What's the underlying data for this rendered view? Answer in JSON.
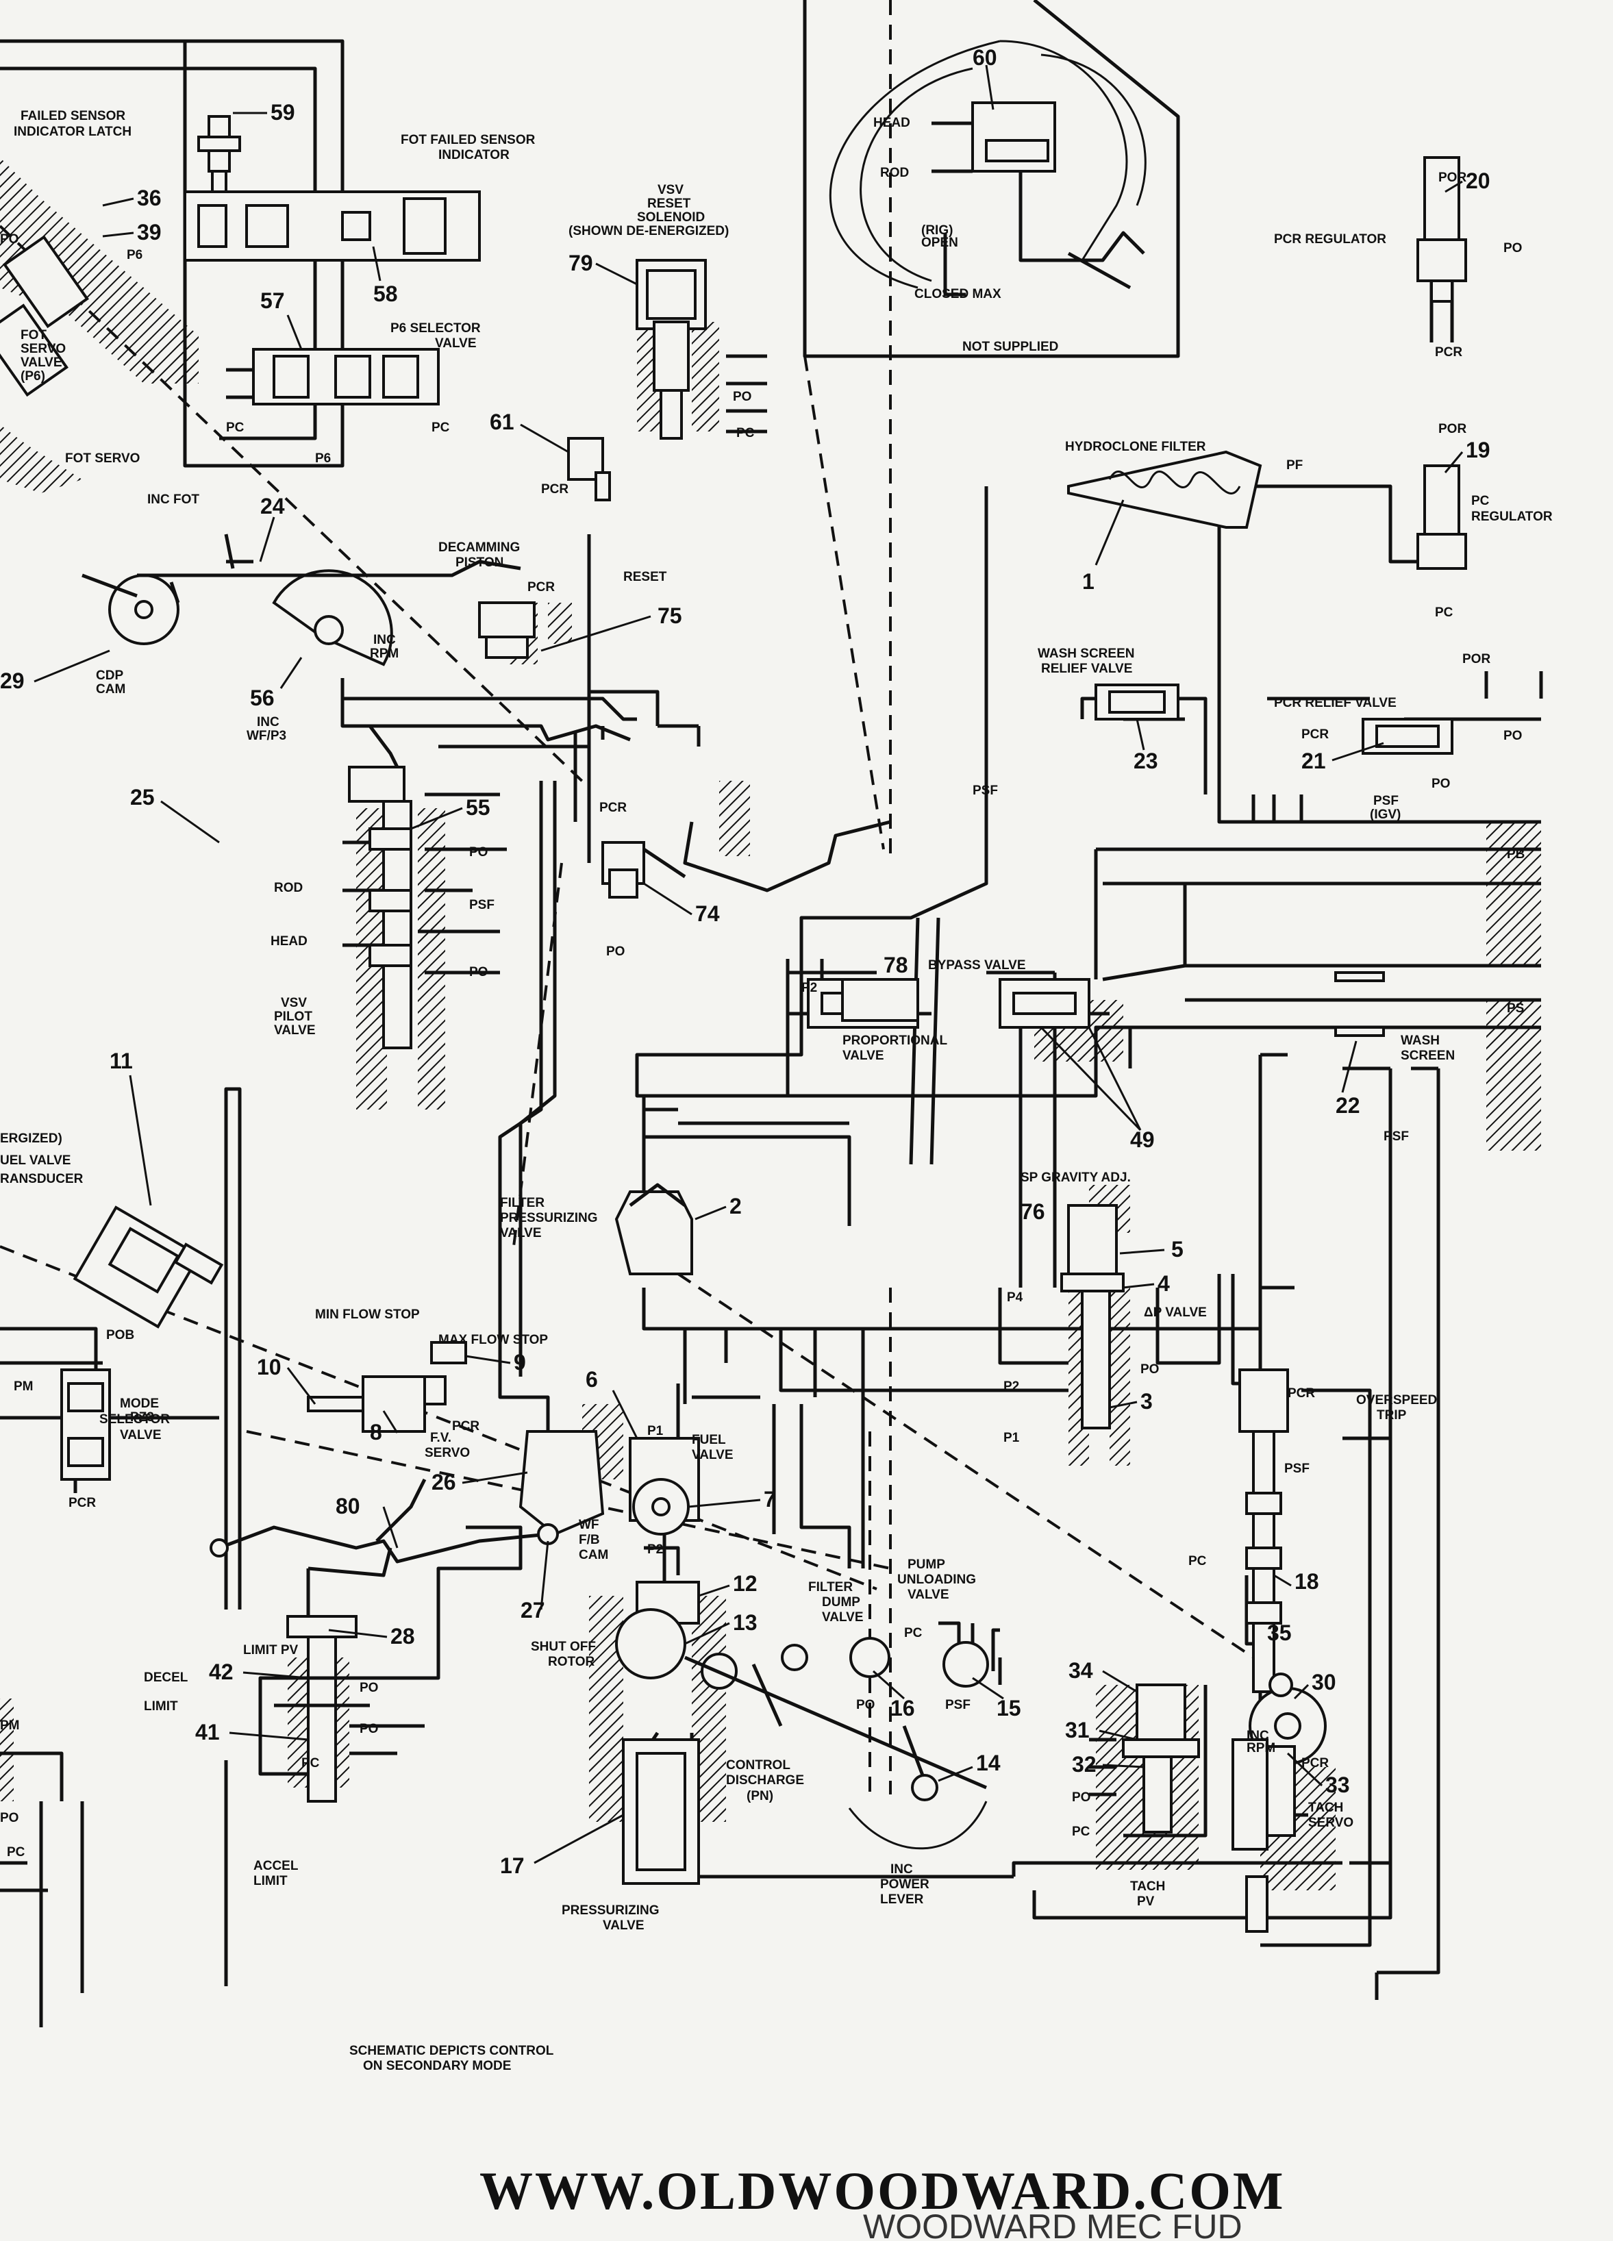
{
  "labels": {
    "failed_sensor_latch": [
      "FAILED SENSOR",
      "INDICATOR LATCH"
    ],
    "fot_failed_indicator": [
      "FOT FAILED SENSOR",
      "INDICATOR"
    ],
    "vsv_reset_solenoid": [
      "VSV",
      "RESET",
      "SOLENOID",
      "(SHOWN DE-ENERGIZED)"
    ],
    "p6_selector_valve": [
      "P6 SELECTOR",
      "VALVE"
    ],
    "fot_servo_valve": [
      "FOT",
      "SERVO",
      "VALVE",
      "(P6)"
    ],
    "fot_servo": "FOT SERVO",
    "inc_fot": "INC FOT",
    "head": "HEAD",
    "rod": "ROD",
    "rig_open": [
      "(RIG)",
      "OPEN"
    ],
    "closed_max": "CLOSED MAX",
    "not_supplied": "NOT SUPPLIED",
    "decamming_piston": [
      "DECAMMING",
      "PISTON"
    ],
    "reset": "RESET",
    "inc_rpm": [
      "INC",
      "RPM"
    ],
    "cdp_cam": [
      "CDP",
      "CAM"
    ],
    "inc_wf_p3": [
      "INC",
      "WF/P3"
    ],
    "vsv_pilot_valve": [
      "VSV",
      "PILOT",
      "VALVE"
    ],
    "hydroclone_filter": "HYDROCLONE FILTER",
    "pcr_regulator": "PCR REGULATOR",
    "pc_regulator": [
      "PC",
      "REGULATOR"
    ],
    "wash_screen_relief": [
      "WASH SCREEN",
      "RELIEF VALVE"
    ],
    "pcr_relief_valve": "PCR RELIEF VALVE",
    "psf_igv": [
      "PSF",
      "(IGV)"
    ],
    "bypass_valve": "BYPASS VALVE",
    "proportional_valve": [
      "PROPORTIONAL",
      "VALVE"
    ],
    "wash_screen": [
      "WASH",
      "SCREEN"
    ],
    "sp_gravity_adj": "SP GRAVITY ADJ.",
    "delta_p_valve": "ΔP VALVE",
    "filter_pressurizing": [
      "FILTER",
      "PRESSURIZING",
      "VALVE"
    ],
    "fuel_valve_transducer": [
      "ERGIZED)",
      "UEL VALVE",
      "RANSDUCER"
    ],
    "min_flow_stop": "MIN FLOW STOP",
    "max_flow_stop": "MAX FLOW STOP",
    "fv_servo": [
      "F.V.",
      "SERVO"
    ],
    "fuel_valve": [
      "FUEL",
      "VALVE"
    ],
    "wf_fb_cam": [
      "WF",
      "F/B",
      "CAM"
    ],
    "mode_selector_valve": [
      "MODE",
      "SELECTOR",
      "VALVE"
    ],
    "overspeed_trip": [
      "OVERSPEED",
      "TRIP"
    ],
    "pump_unloading": [
      "PUMP",
      "UNLOADING",
      "VALVE"
    ],
    "filter_dump": [
      "FILTER",
      "DUMP",
      "VALVE"
    ],
    "shut_off_rotor": [
      "SHUT OFF",
      "ROTOR"
    ],
    "control_discharge": [
      "CONTROL",
      "DISCHARGE",
      "(PN)"
    ],
    "pressurizing_valve": [
      "PRESSURIZING",
      "VALVE"
    ],
    "inc_power_lever": [
      "INC",
      "POWER",
      "LEVER"
    ],
    "limit_pv": "LIMIT PV",
    "decel": "DECEL",
    "limit": "LIMIT",
    "accel_limit": [
      "ACCEL",
      "LIMIT"
    ],
    "inc_rpm_small": [
      "INC",
      "RPM"
    ],
    "tach_servo": [
      "TACH",
      "SERVO"
    ],
    "tach_pv": [
      "TACH",
      "PV"
    ],
    "caption": [
      "SCHEMATIC DEPICTS CONTROL",
      "ON SECONDARY MODE"
    ]
  },
  "ports": {
    "pc": "PC",
    "po": "PO",
    "pcr": "PCR",
    "psf": "PSF",
    "pf": "PF",
    "por": "POR",
    "p6": "P6",
    "pb": "PB",
    "ps": "PS",
    "p1": "P1",
    "p2": "P2",
    "p4": "P4",
    "pm": "PM",
    "pz3": "PZ3",
    "pob": "POB",
    "pv": "PV"
  },
  "numbers": {
    "n1": "1",
    "n2": "2",
    "n3": "3",
    "n4": "4",
    "n5": "5",
    "n6": "6",
    "n7": "7",
    "n8": "8",
    "n9": "9",
    "n10": "10",
    "n11": "11",
    "n12": "12",
    "n13": "13",
    "n14": "14",
    "n15": "15",
    "n16": "16",
    "n17": "17",
    "n18": "18",
    "n19": "19",
    "n20": "20",
    "n21": "21",
    "n22": "22",
    "n23": "23",
    "n24": "24",
    "n25": "25",
    "n26": "26",
    "n27": "27",
    "n28": "28",
    "n29": "29",
    "n30": "30",
    "n31": "31",
    "n32": "32",
    "n33": "33",
    "n34": "34",
    "n35": "35",
    "n36": "36",
    "n39": "39",
    "n41": "41",
    "n42": "42",
    "n49": "49",
    "n55": "55",
    "n56": "56",
    "n57": "57",
    "n58": "58",
    "n59": "59",
    "n60": "60",
    "n61": "61",
    "n74": "74",
    "n75": "75",
    "n76": "76",
    "n78": "78",
    "n79": "79",
    "n80": "80"
  },
  "footer": {
    "url": "WWW.OLDWOODWARD.COM",
    "handwritten": "WOODWARD MEC FUD"
  }
}
